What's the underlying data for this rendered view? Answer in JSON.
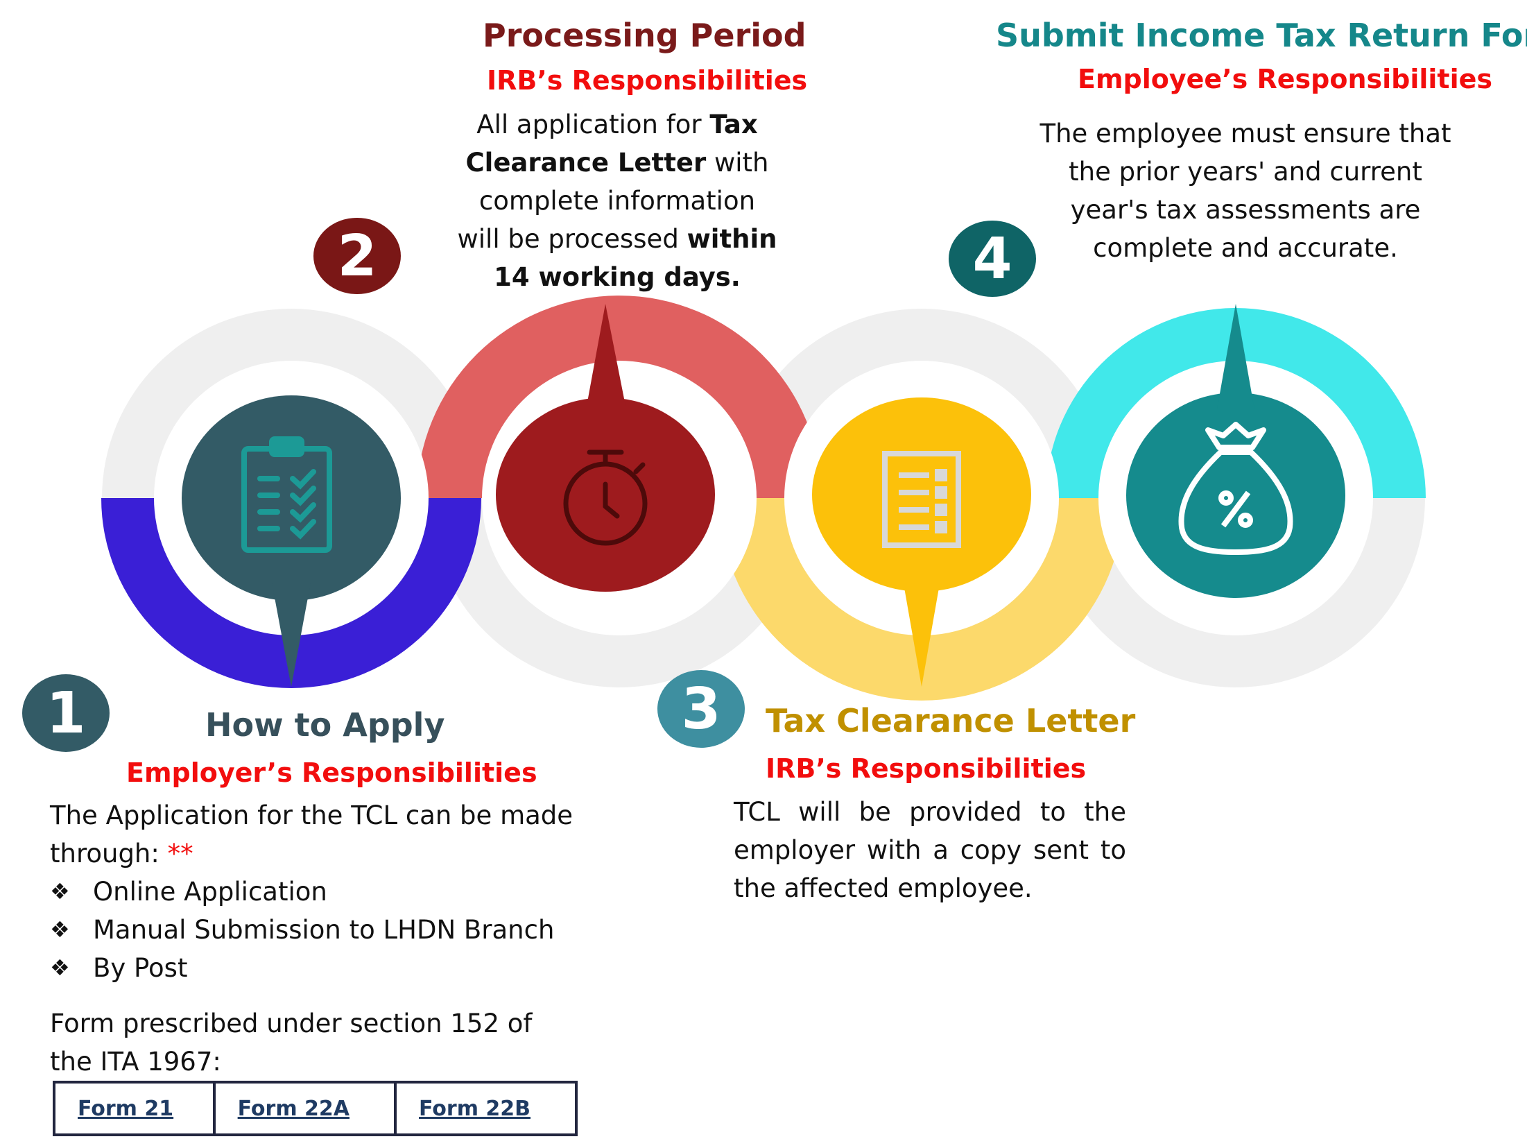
{
  "colors": {
    "step1_arc": "#3a1fd6",
    "step1_bubble": "#335b66",
    "step1_badge": "#335b66",
    "step1_title": "#37505b",
    "step2_arc": "#e06060",
    "step2_bubble": "#9e1b1e",
    "step2_badge": "#7a1716",
    "step2_title": "#7a1a1a",
    "step3_arc": "#fcd96b",
    "step3_bubble": "#fcc10a",
    "step3_badge": "#3e8fa0",
    "step3_title": "#c09000",
    "step4_arc": "#41e8ea",
    "step4_bubble": "#158b8d",
    "step4_badge": "#0f6466",
    "step4_title": "#15878a",
    "ring_gray": "#eeeeee",
    "responsibility": "#f20d0d"
  },
  "step1": {
    "number": "1",
    "icon": "clipboard-checklist-icon",
    "title": "How to Apply",
    "responsibility": "Employer’s Responsibilities",
    "intro_1": "The Application for the TCL can be made",
    "intro_2": "through:",
    "intro_marker": "**",
    "bullet_glyph": "❖",
    "bullets": [
      "Online Application",
      "Manual Submission to LHDN Branch",
      "By Post"
    ],
    "form_note_1": "Form prescribed under section 152 of",
    "form_note_2": "the ITA 1967:",
    "forms": [
      "Form 21",
      "Form 22A",
      "Form 22B"
    ]
  },
  "step2": {
    "number": "2",
    "icon": "stopwatch-icon",
    "title": "Processing Period",
    "responsibility": "IRB’s Responsibilities",
    "text": {
      "p1": "All application for ",
      "b1": "Tax",
      "b2": "Clearance Letter",
      "p2": " with",
      "p3": "complete information",
      "p4": "will be processed ",
      "b3": "within",
      "b4": "14 working days."
    }
  },
  "step3": {
    "number": "3",
    "icon": "document-list-icon",
    "title": "Tax Clearance Letter",
    "responsibility": "IRB’s Responsibilities",
    "text": "TCL will be provided to the employer with a copy sent to the affected employee."
  },
  "step4": {
    "number": "4",
    "icon": "money-bag-percent-icon",
    "title": "Submit Income Tax Return Form",
    "responsibility": "Employee’s Responsibilities",
    "text": "The employee must ensure that the prior years' and current year's tax assessments are complete and accurate."
  }
}
